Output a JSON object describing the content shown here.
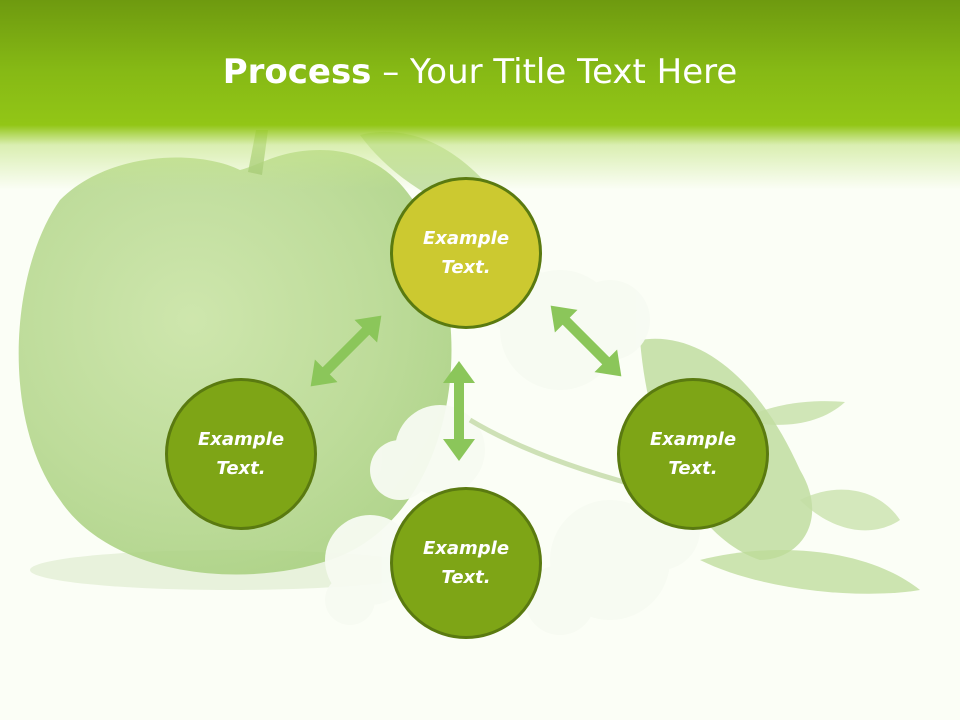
{
  "slide": {
    "title_bold": "Process",
    "title_rest": " – Your Title Text Here"
  },
  "nodes": [
    {
      "id": "top",
      "label": "Example Text.",
      "color": "#ccc930"
    },
    {
      "id": "left",
      "label": "Example Text.",
      "color": "#7ea516"
    },
    {
      "id": "bottom",
      "label": "Example Text.",
      "color": "#7ea516"
    },
    {
      "id": "right",
      "label": "Example Text.",
      "color": "#7ea516"
    }
  ],
  "colors": {
    "header": "#86b915",
    "arrow": "#8bc65a",
    "node_border": "#5a7a10",
    "background": "#fbfef6"
  },
  "background": {
    "image": "green-apple-with-blossoms"
  }
}
